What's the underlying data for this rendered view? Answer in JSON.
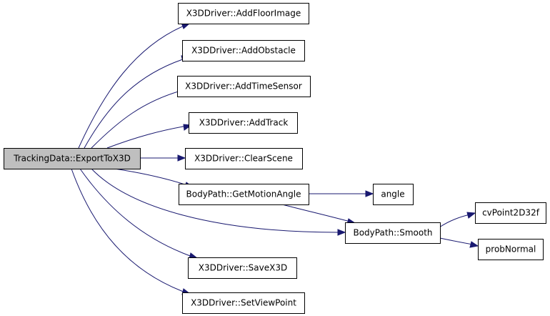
{
  "nodes": {
    "root": {
      "label": "TrackingData::ExportToX3D"
    },
    "add_floor_image": {
      "label": "X3DDriver::AddFloorImage"
    },
    "add_obstacle": {
      "label": "X3DDriver::AddObstacle"
    },
    "add_time_sensor": {
      "label": "X3DDriver::AddTimeSensor"
    },
    "add_track": {
      "label": "X3DDriver::AddTrack"
    },
    "clear_scene": {
      "label": "X3DDriver::ClearScene"
    },
    "get_motion_angle": {
      "label": "BodyPath::GetMotionAngle"
    },
    "angle": {
      "label": "angle"
    },
    "smooth": {
      "label": "BodyPath::Smooth"
    },
    "cvpoint2d32f": {
      "label": "cvPoint2D32f"
    },
    "prob_normal": {
      "label": "probNormal"
    },
    "save_x3d": {
      "label": "X3DDriver::SaveX3D"
    },
    "set_view_point": {
      "label": "X3DDriver::SetViewPoint"
    }
  },
  "edges": [
    [
      "root",
      "add_floor_image"
    ],
    [
      "root",
      "add_obstacle"
    ],
    [
      "root",
      "add_time_sensor"
    ],
    [
      "root",
      "add_track"
    ],
    [
      "root",
      "clear_scene"
    ],
    [
      "root",
      "get_motion_angle"
    ],
    [
      "root",
      "smooth"
    ],
    [
      "root",
      "save_x3d"
    ],
    [
      "root",
      "set_view_point"
    ],
    [
      "get_motion_angle",
      "angle"
    ],
    [
      "get_motion_angle",
      "smooth"
    ],
    [
      "smooth",
      "cvpoint2d32f"
    ],
    [
      "smooth",
      "prob_normal"
    ]
  ],
  "colors": {
    "edge": "#191970",
    "root_fill": "#bfbfbf",
    "node_fill": "#ffffff",
    "node_border": "#000000"
  }
}
